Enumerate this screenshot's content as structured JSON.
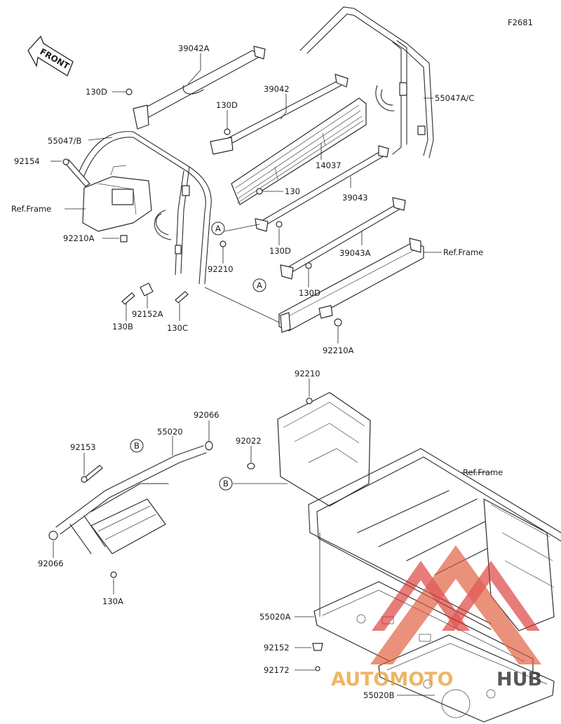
{
  "figure_code": "F2681",
  "front_label": "FRONT",
  "callouts": {
    "a_upper": "A",
    "a_lower": "A",
    "b_left": "B",
    "b_right": "B"
  },
  "labels": {
    "p39042A": "39042A",
    "p130D_1": "130D",
    "p39042": "39042",
    "p130D_2": "130D",
    "p55047AC": "55047A/C",
    "p55047B": "55047/B",
    "p92154": "92154",
    "p14037": "14037",
    "p130": "130",
    "p39043": "39043",
    "ref_frame_1": "Ref.Frame",
    "p92210A_1": "92210A",
    "p130D_3": "130D",
    "p39043A": "39043A",
    "ref_frame_2": "Ref.Frame",
    "p92210_1": "92210",
    "p130D_4": "130D",
    "p92152A": "92152A",
    "p130B": "130B",
    "p130C": "130C",
    "p92210A_2": "92210A",
    "p92210_2": "92210",
    "p92066_1": "92066",
    "p55020": "55020",
    "p92022": "92022",
    "p92153": "92153",
    "ref_frame_3": "Ref.Frame",
    "p92066_2": "92066",
    "p130A": "130A",
    "p55020A": "55020A",
    "p92152": "92152",
    "p92172": "92172",
    "p55020B": "55020B"
  },
  "watermark": {
    "left": "AUTOMOTO",
    "right": "HUB",
    "color_primary": "#e8a23a",
    "color_secondary": "#d9302c",
    "color_dark": "#2a2a2a"
  }
}
